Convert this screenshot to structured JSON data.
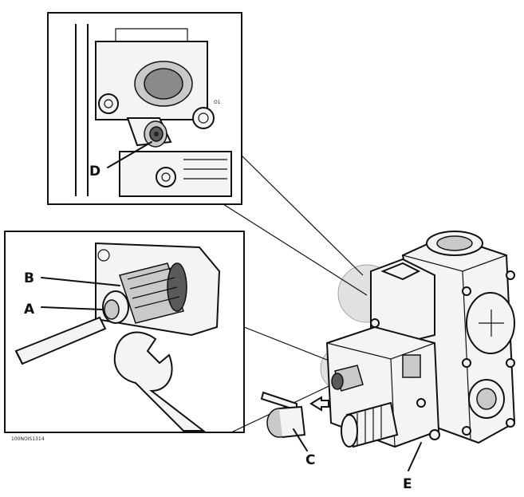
{
  "labels": {
    "a": "A",
    "b": "B",
    "c": "C",
    "d": "D",
    "e": "E"
  },
  "reference_code": "100NOIS1314"
}
